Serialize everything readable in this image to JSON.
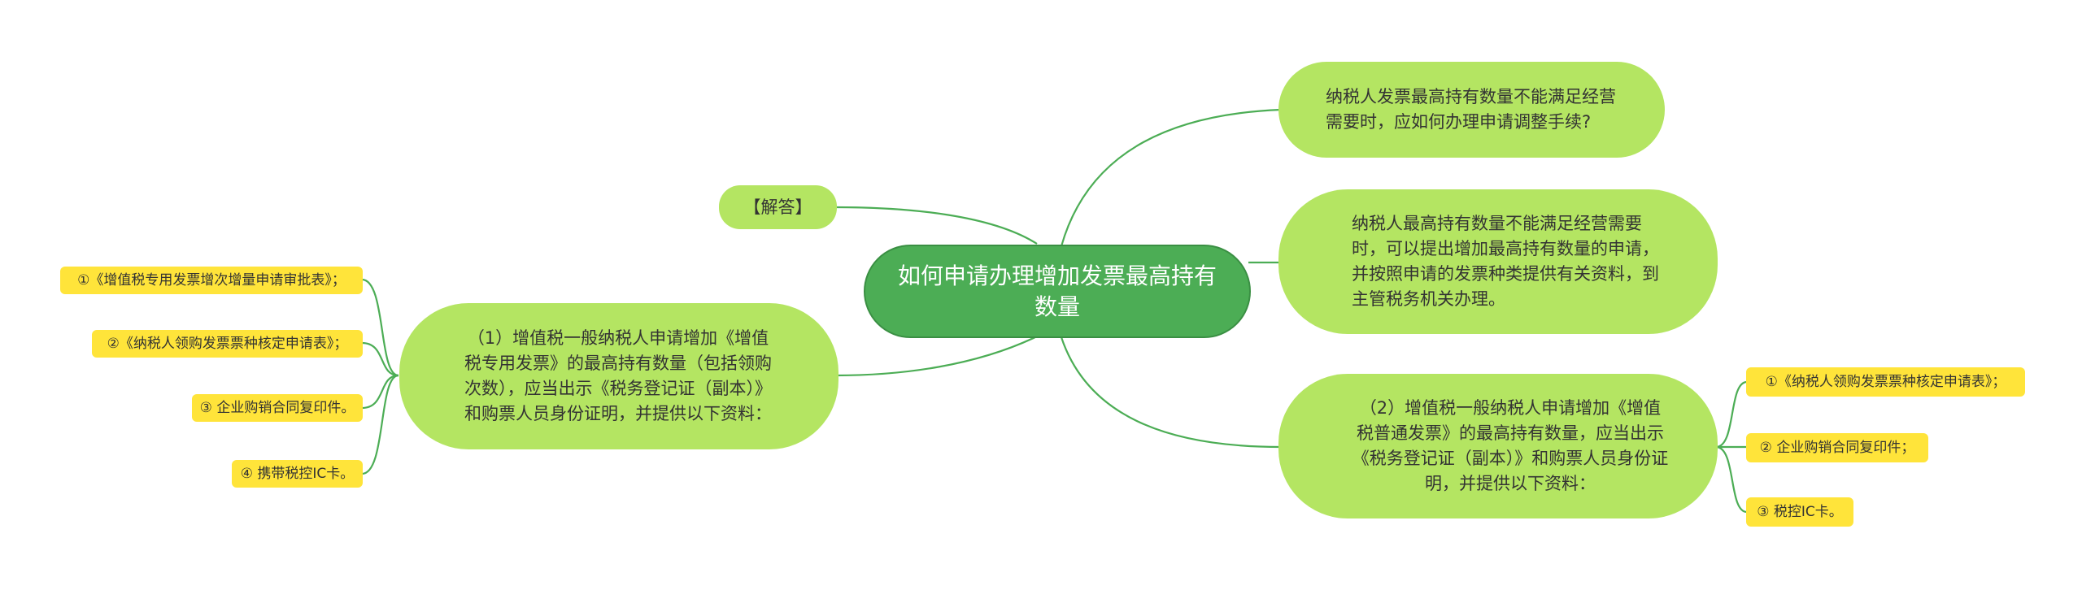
{
  "root": {
    "label": "如何申请办理增加发票最高持有数量"
  },
  "answer_tag": {
    "label": "【解答】"
  },
  "right_top": {
    "label": "纳税人发票最高持有数量不能满足经营需要时，应如何办理申请调整手续?"
  },
  "right_mid": {
    "label": "纳税人最高持有数量不能满足经营需要时，可以提出增加最高持有数量的申请，并按照申请的发票种类提供有关资料，到主管税务机关办理。"
  },
  "left_branch": {
    "label": "（1）增值税一般纳税人申请增加《增值税专用发票》的最高持有数量（包括领购次数），应当出示《税务登记证（副本）》和购票人员身份证明，并提供以下资料：",
    "items": [
      "①《增值税专用发票增次增量申请审批表》；",
      "②《纳税人领购发票票种核定申请表》；",
      "③ 企业购销合同复印件。",
      "④ 携带税控IC卡。"
    ]
  },
  "right_branch": {
    "label": "（2）增值税一般纳税人申请增加《增值税普通发票》的最高持有数量，应当出示《税务登记证（副本）》和购票人员身份证明，并提供以下资料：",
    "items": [
      "①《纳税人领购发票票种核定申请表》；",
      "② 企业购销合同复印件；",
      "③ 税控IC卡。"
    ]
  },
  "colors": {
    "root_fill": "#4cad55",
    "branch_fill": "#b4e562",
    "leaf_fill": "#ffe43a",
    "link": "#4cad55"
  }
}
